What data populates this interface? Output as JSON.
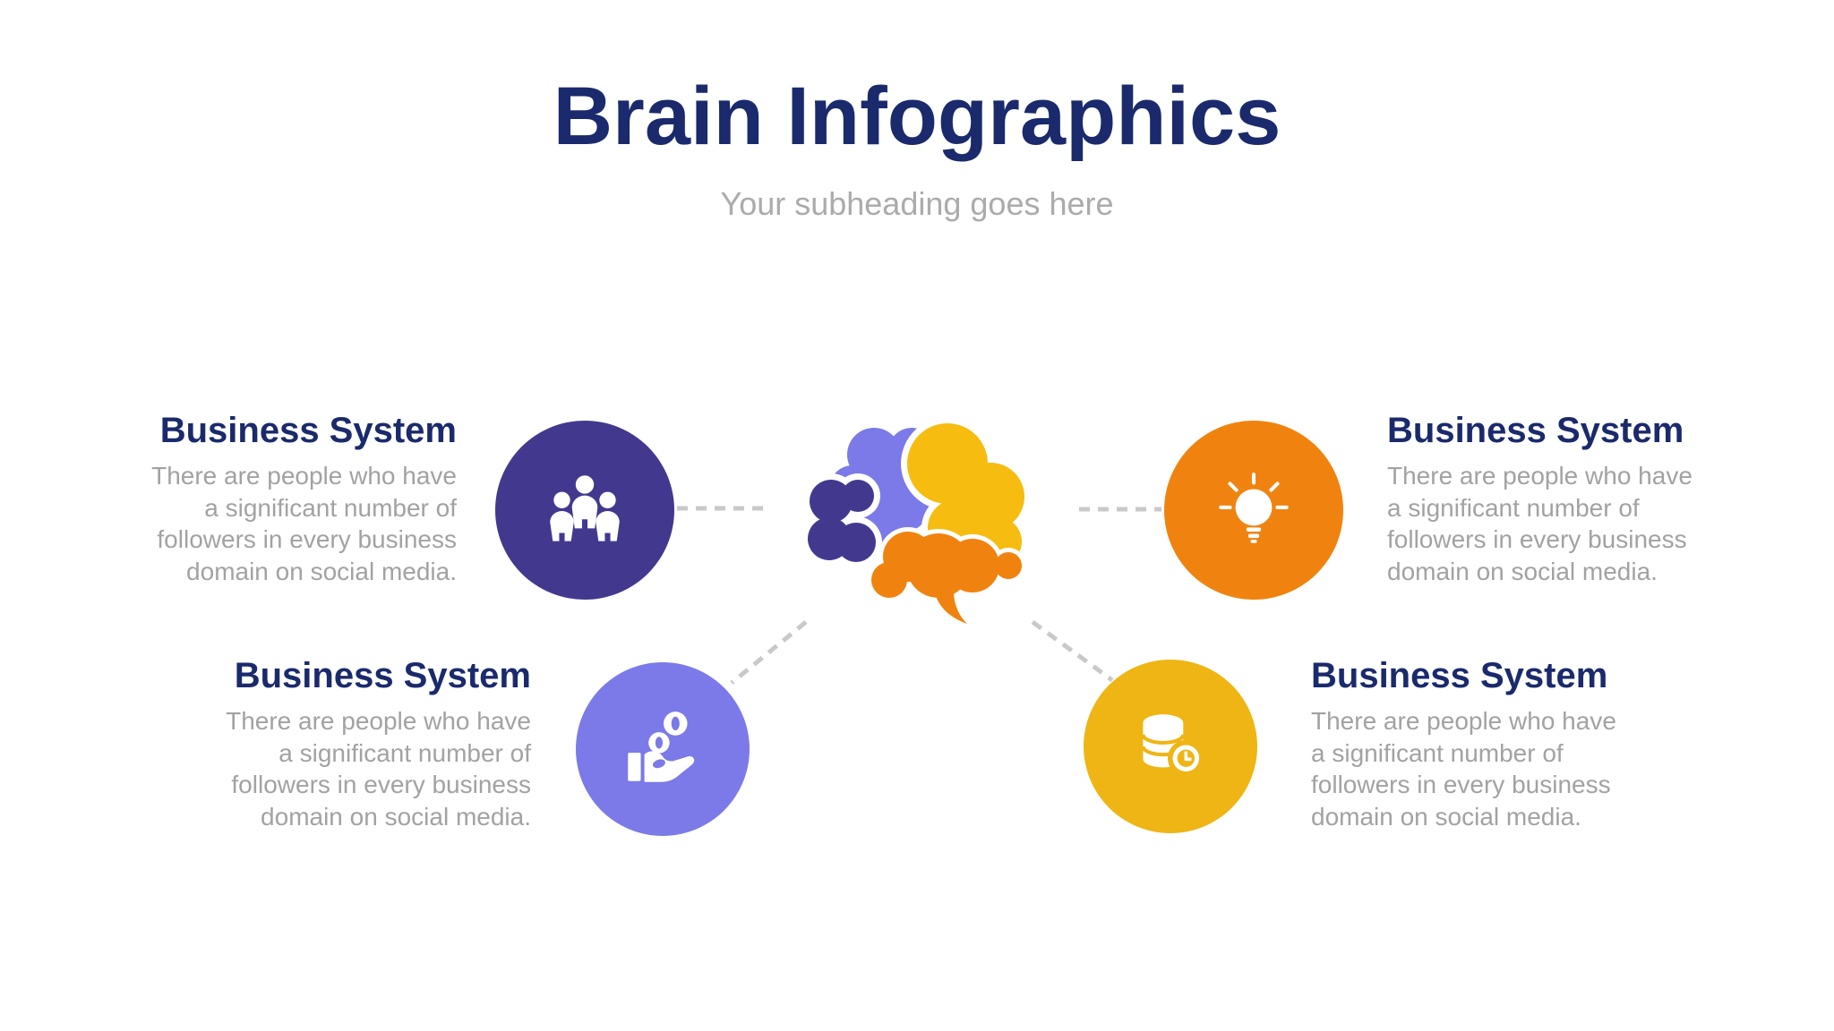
{
  "slide": {
    "title": "Brain Infographics",
    "subtitle": "Your subheading goes here"
  },
  "colors": {
    "navy": "#1A2A6C",
    "text_gray": "#A2A2A2",
    "subtitle_gray": "#ABABAB",
    "connector": "#C9C9C9",
    "indigo": "#42398F",
    "periwinkle": "#7B7AE8",
    "orange": "#F0830F",
    "yellow": "#EFB514",
    "yellow_brain": "#F6BC10"
  },
  "items": [
    {
      "position": "top-left",
      "heading": "Business System",
      "body": "There are people who have\na significant number of\nfollowers in every business\ndomain on social media.",
      "icon": "people-group-icon",
      "color": "#42398F"
    },
    {
      "position": "top-right",
      "heading": "Business System",
      "body": "There are people who have\na significant number of\nfollowers in every business\ndomain on social media.",
      "icon": "lightbulb-icon",
      "color": "#F0830F"
    },
    {
      "position": "bottom-left",
      "heading": "Business System",
      "body": "There are people who have\na significant number of\nfollowers in every business\ndomain on social media.",
      "icon": "coins-in-hand-icon",
      "color": "#7B7AE8"
    },
    {
      "position": "bottom-right",
      "heading": "Business System",
      "body": "There are people who have\na significant number of\nfollowers in every business\ndomain on social media.",
      "icon": "database-clock-icon",
      "color": "#EFB514"
    }
  ],
  "brain": {
    "lobes": [
      "periwinkle",
      "yellow",
      "indigo",
      "orange"
    ]
  }
}
